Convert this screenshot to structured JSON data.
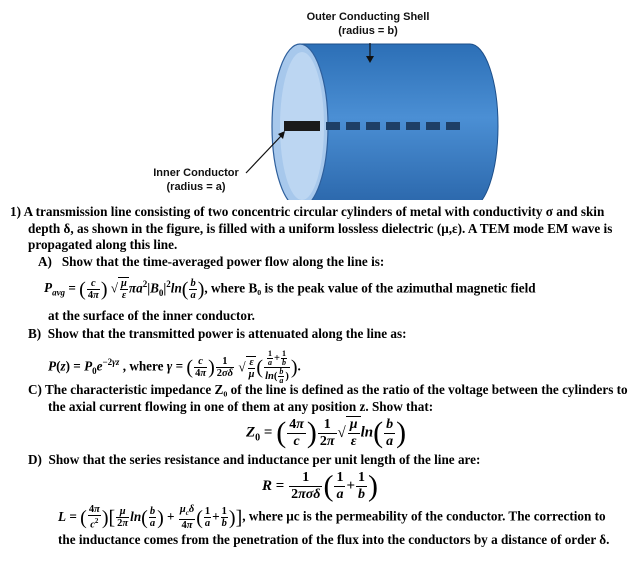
{
  "figure": {
    "outer_label": "Outer Conducting Shell",
    "outer_radius": "(radius = b)",
    "inner_label": "Inner Conductor",
    "inner_radius": "(radius = a)"
  },
  "problem": {
    "number": "1)",
    "intro": "A transmission line consisting of two concentric circular cylinders of metal with conductivity σ and skin depth δ, as shown in the figure, is filled with a uniform lossless dielectric (μ,ε). A TEM mode EM wave is propagated along this line.",
    "a_label": "A)",
    "a_text": "Show that the time-averaged power flow along the line is:",
    "a_after": ", where B₀ is the peak value of the azimuthal magnetic field",
    "a_cont": "at the surface of the inner conductor.",
    "b_label": "B)",
    "b_text": "Show that the transmitted power is attenuated along the line as:",
    "b_where": ", where",
    "c_label": "C)",
    "c_text": "The characteristic impedance Z₀ of the line is defined as the ratio of the voltage between the cylinders to the axial current flowing in one of them at any position z.  Show that:",
    "d_label": "D)",
    "d_text": "Show that the series resistance and inductance per unit length of the line are:",
    "d_after": ", where μc is the permeability of the conductor.  The correction to the inductance comes from the penetration of the flux into the conductors by a distance of order δ."
  }
}
